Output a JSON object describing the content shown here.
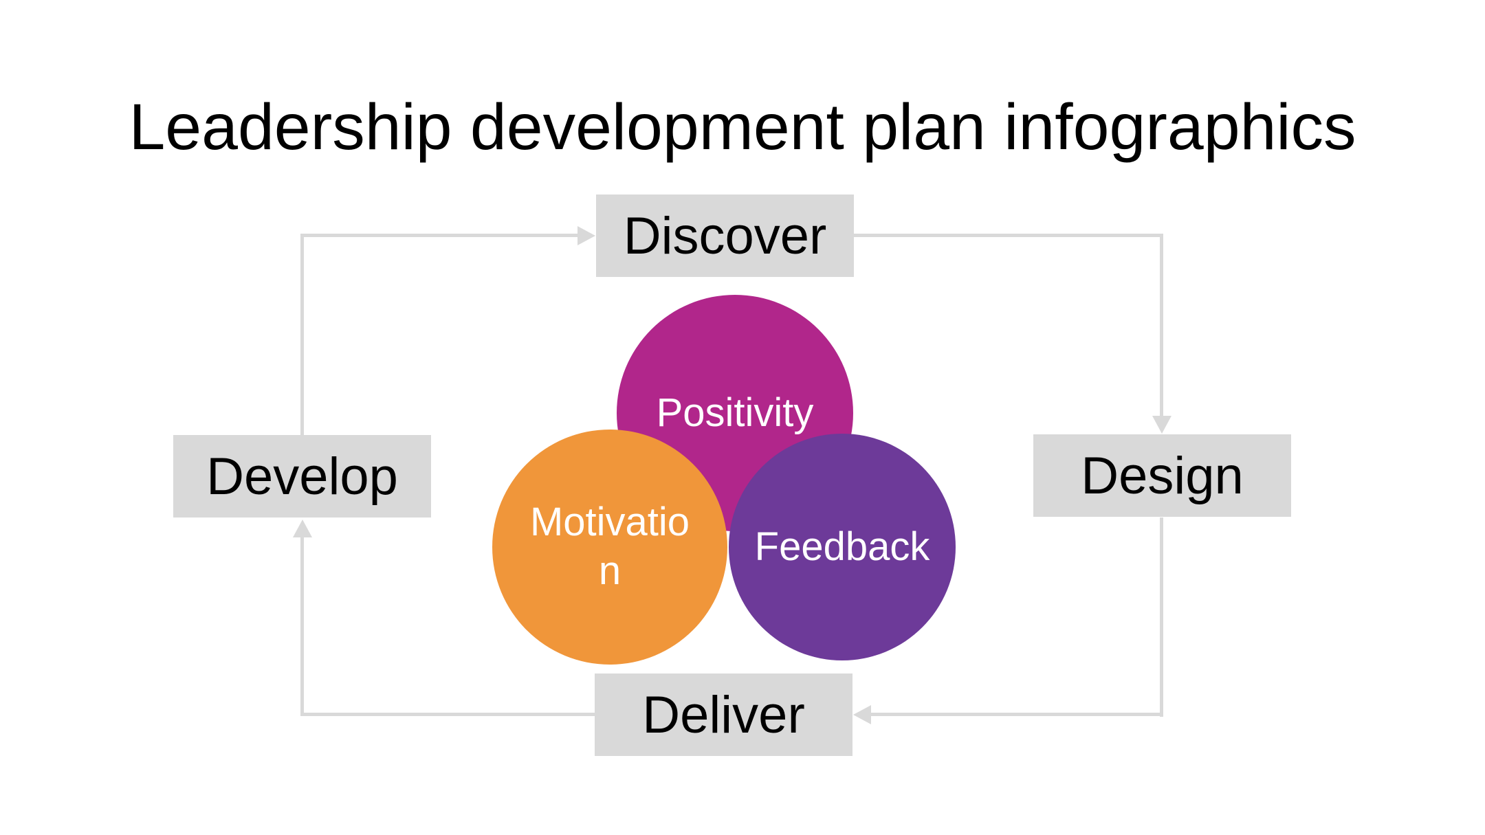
{
  "slide": {
    "title": "Leadership development plan infographics"
  },
  "cycle": {
    "steps": [
      {
        "id": "discover",
        "label": "Discover",
        "position": "top"
      },
      {
        "id": "design",
        "label": "Design",
        "position": "right"
      },
      {
        "id": "deliver",
        "label": "Deliver",
        "position": "bottom"
      },
      {
        "id": "develop",
        "label": "Develop",
        "position": "left"
      }
    ],
    "arrows": [
      {
        "from": "Develop",
        "to": "Discover"
      },
      {
        "from": "Discover",
        "to": "Design"
      },
      {
        "from": "Design",
        "to": "Deliver"
      },
      {
        "from": "Deliver",
        "to": "Develop"
      }
    ]
  },
  "venn": {
    "circles": [
      {
        "id": "positivity",
        "label": "Positivity",
        "color": "#b1268b"
      },
      {
        "id": "motivation",
        "label": "Motivation",
        "label_lines": [
          "Motivatio",
          "n"
        ],
        "color": "#f0963a"
      },
      {
        "id": "feedback",
        "label": "Feedback",
        "color": "#6d3a99"
      }
    ]
  },
  "colors": {
    "background": "#ffffff",
    "title_text": "#000000",
    "step_box_bg": "#d9d9d9",
    "step_box_text": "#000000",
    "connector": "#d9d9d9",
    "circle_text": "#ffffff",
    "positivity": "#b1268b",
    "motivation": "#f0963a",
    "feedback": "#6d3a99"
  }
}
